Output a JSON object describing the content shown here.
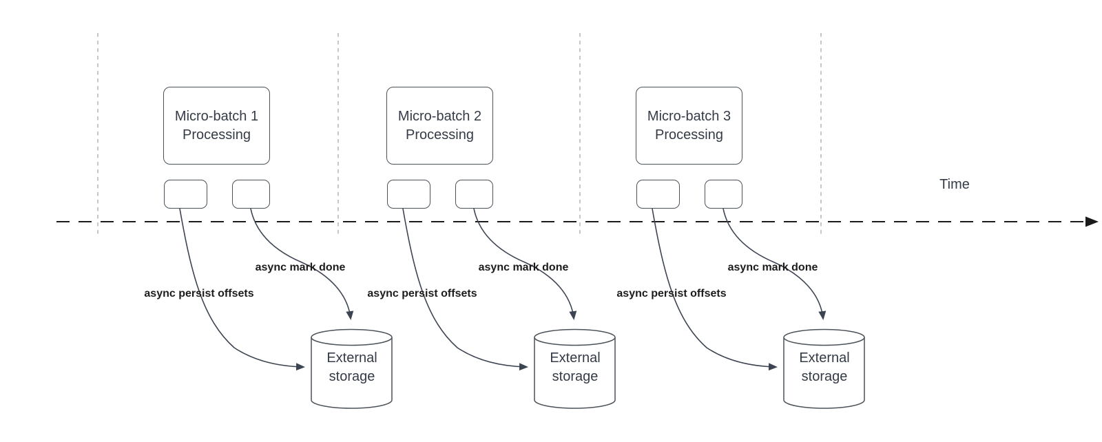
{
  "diagram": {
    "time_label": "Time",
    "batches": [
      {
        "box_line1": "Micro-batch 1",
        "box_line2": "Processing",
        "persist_label": "async persist offsets",
        "mark_done_label": "async mark done",
        "storage_line1": "External",
        "storage_line2": "storage"
      },
      {
        "box_line1": "Micro-batch 2",
        "box_line2": "Processing",
        "persist_label": "async persist offsets",
        "mark_done_label": "async mark done",
        "storage_line1": "External",
        "storage_line2": "storage"
      },
      {
        "box_line1": "Micro-batch 3",
        "box_line2": "Processing",
        "persist_label": "async persist offsets",
        "mark_done_label": "async mark done",
        "storage_line1": "External",
        "storage_line2": "storage"
      }
    ],
    "colors": {
      "shape_stroke": "#4a5158",
      "shape_text": "#343b46",
      "edge_label_text": "#1c1c1c",
      "timeline": "#1a1a1a",
      "gridline": "#b3b3b3",
      "background": "#ffffff"
    }
  }
}
